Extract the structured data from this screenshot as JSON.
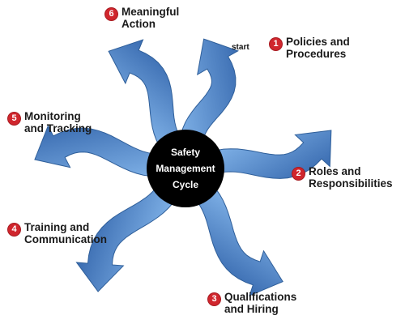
{
  "center": {
    "lines": [
      "Safety",
      "Management",
      "Cycle"
    ]
  },
  "start_label": "start",
  "steps": [
    {
      "number": "1",
      "label": "Policies and\nProcedures"
    },
    {
      "number": "2",
      "label": "Roles and\nResponsibilities"
    },
    {
      "number": "3",
      "label": "Qualifications\nand Hiring"
    },
    {
      "number": "4",
      "label": "Training and\nCommunication"
    },
    {
      "number": "5",
      "label": "Monitoring\nand Tracking"
    },
    {
      "number": "6",
      "label": "Meaningful\nAction"
    }
  ],
  "colors": {
    "arrow_light": "#6fa3df",
    "arrow_dark": "#3a6fb4",
    "badge": "#d0262d",
    "center": "#000000"
  }
}
